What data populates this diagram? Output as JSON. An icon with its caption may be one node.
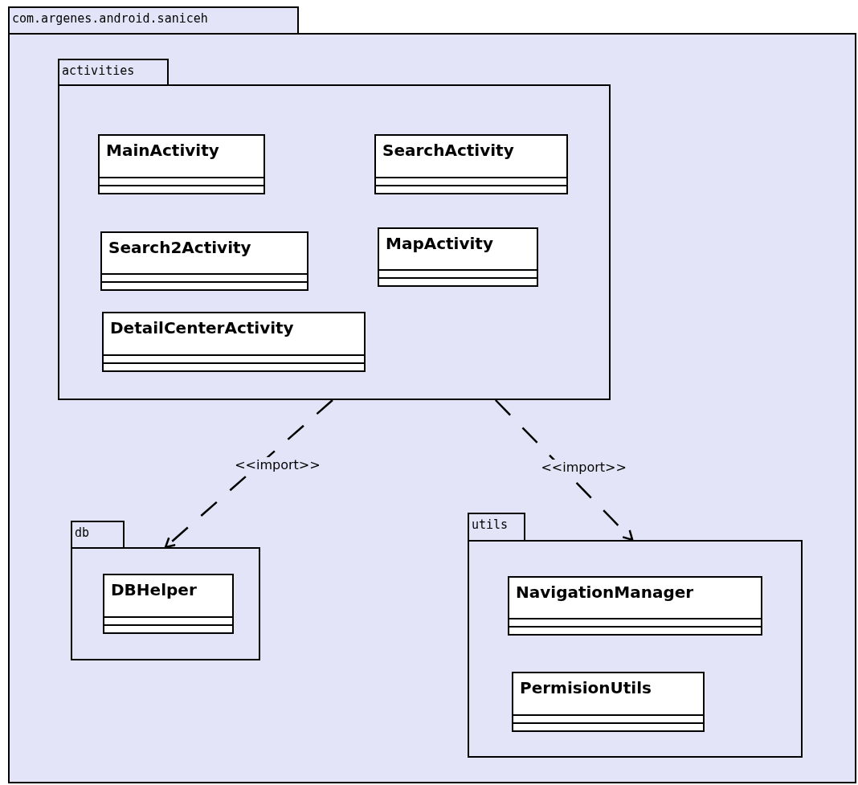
{
  "diagram": {
    "nodes": [
      {
        "text": [
          "com.argenes.android.saniceh"
        ]
      },
      {
        "text": [
          "activities"
        ],
        "in": 0
      },
      {
        "text": [
          "MainActivity"
        ],
        "in": 1
      },
      {
        "text": [
          "SearchActivity"
        ],
        "in": 1
      },
      {
        "text": [
          "Search2Activity"
        ],
        "in": 1
      },
      {
        "text": [
          "MapActivity"
        ],
        "in": 1
      },
      {
        "text": [
          "DetailCenterActivity"
        ],
        "in": 1
      },
      {
        "text": [
          "db"
        ],
        "in": 0
      },
      {
        "text": [
          "DBHelper"
        ],
        "in": 7
      },
      {
        "text": [
          "utils"
        ],
        "in": 0
      },
      {
        "text": [
          "NavigationManager"
        ],
        "in": 9
      },
      {
        "text": [
          "PermisionUtils"
        ],
        "in": 9
      }
    ],
    "edges": [
      {
        "from": 1,
        "to": 7,
        "arrow": "to",
        "label": "<<import>>",
        "style": "dashed"
      },
      {
        "from": 1,
        "to": 9,
        "arrow": "to",
        "label": "<<import>>",
        "style": "dashed"
      }
    ]
  }
}
